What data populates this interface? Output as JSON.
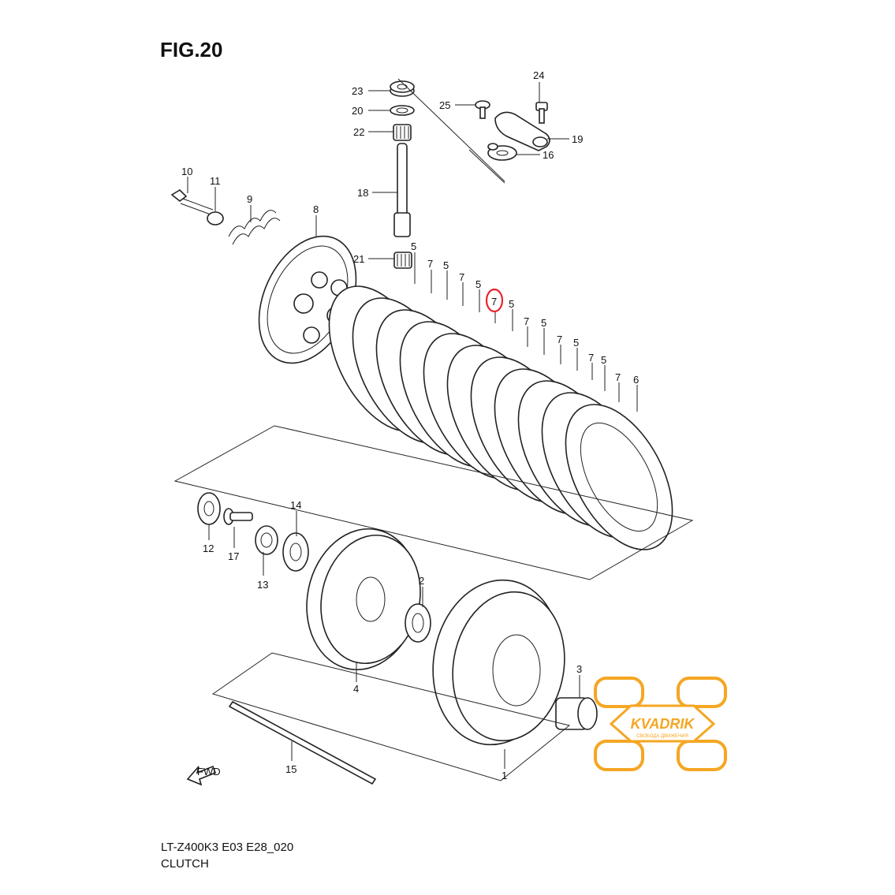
{
  "figure": {
    "title": "FIG.20",
    "model_code": "LT-Z400K3 E03 E28_020",
    "section": "CLUTCH"
  },
  "highlight_color": "#e8262d",
  "watermark": {
    "brand": "KVADRIK",
    "tagline": "СВОБОДА ДВИЖЕНИЯ",
    "color": "#f5a623"
  },
  "fwd_label": "FWD",
  "callouts": [
    {
      "key": "c23",
      "num": "23"
    },
    {
      "key": "c20",
      "num": "20"
    },
    {
      "key": "c22",
      "num": "22"
    },
    {
      "key": "c18",
      "num": "18"
    },
    {
      "key": "c21",
      "num": "21"
    },
    {
      "key": "c24",
      "num": "24"
    },
    {
      "key": "c25",
      "num": "25"
    },
    {
      "key": "c19",
      "num": "19"
    },
    {
      "key": "c16",
      "num": "16"
    },
    {
      "key": "c10",
      "num": "10"
    },
    {
      "key": "c11",
      "num": "11"
    },
    {
      "key": "c9",
      "num": "9"
    },
    {
      "key": "c8",
      "num": "8"
    },
    {
      "key": "p1",
      "num": "5"
    },
    {
      "key": "p2",
      "num": "7"
    },
    {
      "key": "p3",
      "num": "5"
    },
    {
      "key": "p4",
      "num": "7"
    },
    {
      "key": "p5",
      "num": "5"
    },
    {
      "key": "p6",
      "num": "7"
    },
    {
      "key": "p7",
      "num": "5"
    },
    {
      "key": "p8",
      "num": "7"
    },
    {
      "key": "p9",
      "num": "5"
    },
    {
      "key": "p10",
      "num": "7"
    },
    {
      "key": "p11",
      "num": "5"
    },
    {
      "key": "p12",
      "num": "7"
    },
    {
      "key": "p13",
      "num": "5"
    },
    {
      "key": "p14",
      "num": "7"
    },
    {
      "key": "p15",
      "num": "6"
    },
    {
      "key": "c14",
      "num": "14"
    },
    {
      "key": "c12",
      "num": "12"
    },
    {
      "key": "c17",
      "num": "17"
    },
    {
      "key": "c13",
      "num": "13"
    },
    {
      "key": "c2",
      "num": "2"
    },
    {
      "key": "c4",
      "num": "4"
    },
    {
      "key": "c3",
      "num": "3"
    },
    {
      "key": "c1",
      "num": "1"
    },
    {
      "key": "c15",
      "num": "15"
    }
  ]
}
